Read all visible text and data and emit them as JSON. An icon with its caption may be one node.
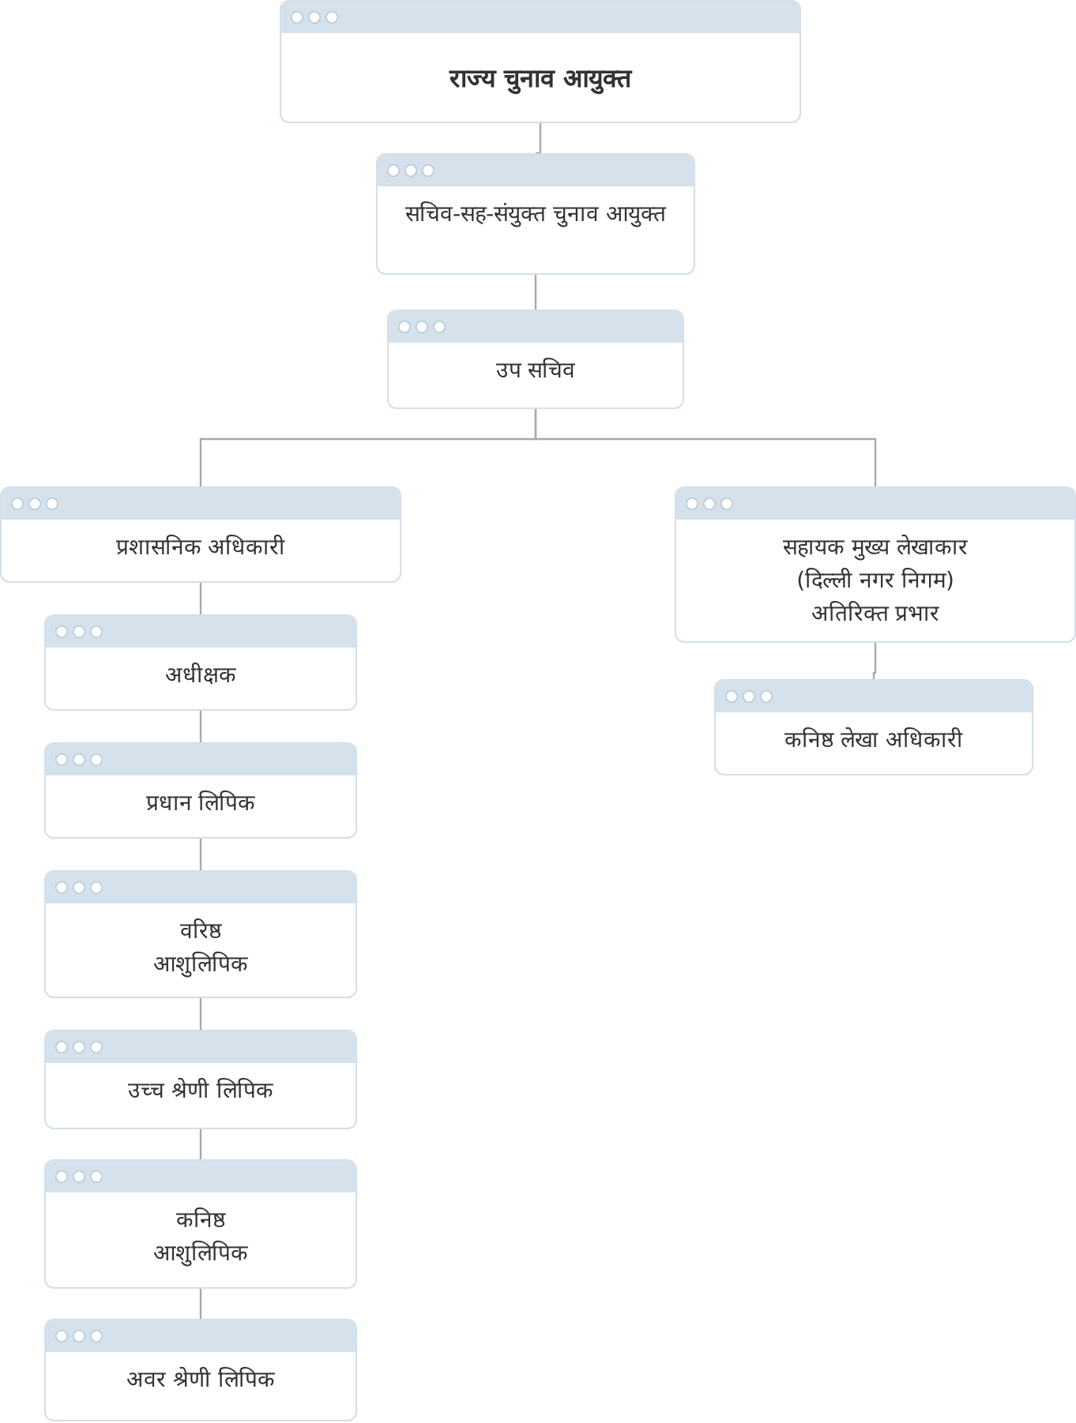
{
  "diagram": {
    "nodes": [
      {
        "text": [
          "राज्य चुनाव आयुक्त"
        ]
      },
      {
        "text": [
          "सचिव-सह-संयुक्त चुनाव आयुक्त"
        ]
      },
      {
        "text": [
          "उप सचिव"
        ]
      },
      {
        "text": [
          "प्रशासनिक अधिकारी"
        ]
      },
      {
        "text": [
          "सहायक मुख्य लेखाकार (दिल्ली नगर निगम) अतिरिक्त प्रभार"
        ]
      },
      {
        "text": [
          "अधीक्षक"
        ]
      },
      {
        "text": [
          "प्रधान लिपिक"
        ]
      },
      {
        "text": [
          "वरिष्ठ आशुलिपिक"
        ]
      },
      {
        "text": [
          "उच्च श्रेणी लिपिक"
        ]
      },
      {
        "text": [
          "कनिष्ठ आशुलिपिक"
        ]
      },
      {
        "text": [
          "अवर श्रेणी लिपिक"
        ]
      },
      {
        "text": [
          "कनिष्ठ लेखा अधिकारी"
        ]
      }
    ],
    "edges": [
      {
        "from": 0,
        "to": 1,
        "arrow": "none"
      },
      {
        "from": 1,
        "to": 2,
        "arrow": "none"
      },
      {
        "from": 2,
        "to": 3,
        "arrow": "none"
      },
      {
        "from": 2,
        "to": 4,
        "arrow": "none"
      },
      {
        "from": 3,
        "to": 5,
        "arrow": "none"
      },
      {
        "from": 5,
        "to": 6,
        "arrow": "none"
      },
      {
        "from": 6,
        "to": 7,
        "arrow": "none"
      },
      {
        "from": 7,
        "to": 8,
        "arrow": "none"
      },
      {
        "from": 8,
        "to": 9,
        "arrow": "none"
      },
      {
        "from": 9,
        "to": 10,
        "arrow": "none"
      },
      {
        "from": 4,
        "to": 11,
        "arrow": "none"
      }
    ]
  }
}
